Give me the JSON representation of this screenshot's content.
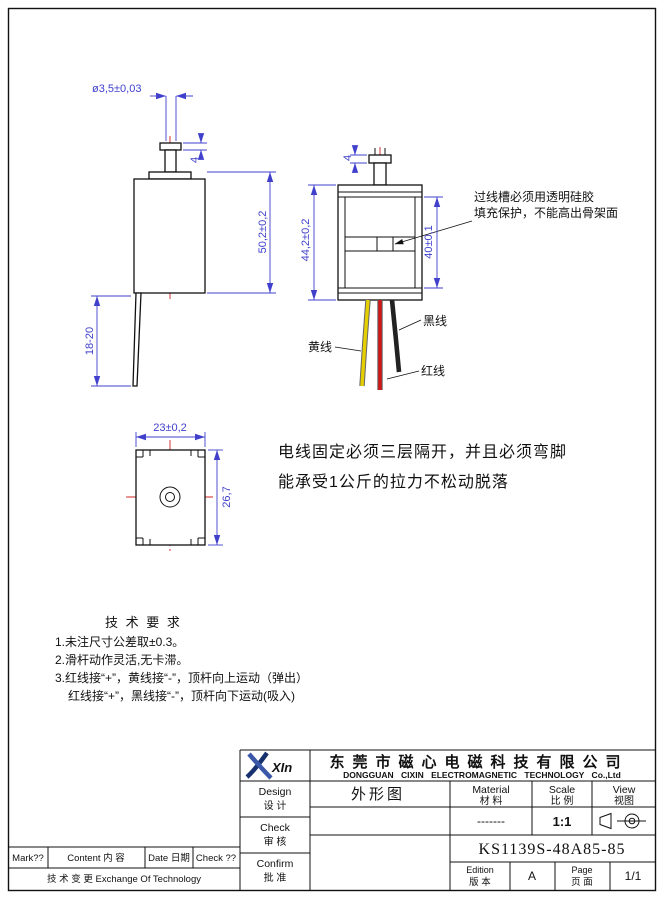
{
  "colors": {
    "dimension": "#4040cc",
    "centerline": "#cc2222",
    "wire_yellow": "#e6cf00",
    "wire_red": "#d01616",
    "wire_black": "#222222"
  },
  "drawing": {
    "side_view": {
      "dim_diameter": "ø3,5±0,03",
      "dim_cap": "4",
      "dim_height": "50,2±0,2",
      "dim_pin": "18-20"
    },
    "front_view": {
      "dim_cap": "4",
      "dim_height": "44,2±0,2",
      "dim_coil": "40±0,1",
      "wire_black": "黑线",
      "wire_yellow": "黄线",
      "wire_red": "红线",
      "note1": "过线槽必须用透明硅胶",
      "note2": "填充保护，不能高出骨架面"
    },
    "top_view": {
      "dim_width": "23±0,2",
      "dim_depth": "26,7"
    },
    "note1": "电线固定必须三层隔开，并且必须弯脚",
    "note2": "能承受1公斤的拉力不松动脱落"
  },
  "tech": {
    "title": "技 术 要 求",
    "item1": "1.未注尺寸公差取±0.3。",
    "item2": "2.滑杆动作灵活,无卡滞。",
    "item3": "3.红线接“+”，黄线接“-”，顶杆向上运动（弹出）",
    "item4": "红线接“+”，黑线接“-”，顶杆向下运动(吸入)"
  },
  "title_block": {
    "logo_text": "XIn",
    "company_cn": "东莞市磁心电磁科技有限公司",
    "company_en": "DONGGUAN CIXIN ELECTROMAGNETIC TECHNOLOGY Co.,Ltd",
    "drawing_name": "外形图",
    "design_en": "Design",
    "design_cn": "设 计",
    "check_en": "Check",
    "check_cn": "审 核",
    "confirm_en": "Confirm",
    "confirm_cn": "批 准",
    "material_en": "Material",
    "material_cn": "材 料",
    "material_value": "-------",
    "scale_en": "Scale",
    "scale_cn": "比 例",
    "scale_value": "1:1",
    "view_en": "View",
    "view_cn": "视图",
    "part_number": "KS1139S-48A85-85",
    "edition_en": "Edition",
    "edition_cn": "版 本",
    "edition_value": "A",
    "page_en": "Page",
    "page_cn": "页 面",
    "page_value": "1/1",
    "mark_label": "Mark??",
    "content_label": "Content 内 容",
    "date_label": "Date 日期",
    "check_label": "Check ??",
    "change_label": "技 术 变 更  Exchange Of Technology"
  }
}
